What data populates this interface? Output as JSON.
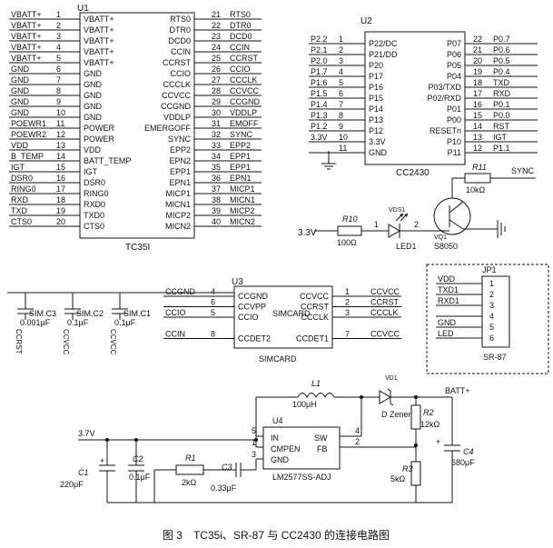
{
  "caption": "图 3　TC35i、SR-87 与 CC2430 的连接电路图",
  "tc35i": {
    "designator": "U1",
    "name": "TC35I",
    "left_pins": [
      {
        "num": "1",
        "net": "VBATT+",
        "pin": "VBATT+"
      },
      {
        "num": "2",
        "net": "VBATT+",
        "pin": "VBATT+"
      },
      {
        "num": "3",
        "net": "VBATT+",
        "pin": "VBATT+"
      },
      {
        "num": "4",
        "net": "VBATT+",
        "pin": "VBATT+"
      },
      {
        "num": "5",
        "net": "VBATT+",
        "pin": "VBATT+"
      },
      {
        "num": "6",
        "net": "GND",
        "pin": "GND"
      },
      {
        "num": "7",
        "net": "GND",
        "pin": "GND"
      },
      {
        "num": "8",
        "net": "GND",
        "pin": "GND"
      },
      {
        "num": "9",
        "net": "GND",
        "pin": "GND"
      },
      {
        "num": "10",
        "net": "GND",
        "pin": "GND"
      },
      {
        "num": "11",
        "net": "POEWR1",
        "pin": "POWER"
      },
      {
        "num": "12",
        "net": "POEWR2",
        "pin": "POWER"
      },
      {
        "num": "13",
        "net": "VDD",
        "pin": "VDD"
      },
      {
        "num": "14",
        "net": "B_TEMP",
        "pin": "BATT_TEMP"
      },
      {
        "num": "15",
        "net": "IGT",
        "pin": "IGT"
      },
      {
        "num": "16",
        "net": "DSR0",
        "pin": "DSR0"
      },
      {
        "num": "17",
        "net": "RING0",
        "pin": "RING0"
      },
      {
        "num": "18",
        "net": "RXD",
        "pin": "RXD0"
      },
      {
        "num": "19",
        "net": "TXD",
        "pin": "TXD0"
      },
      {
        "num": "20",
        "net": "CTS0",
        "pin": "CTS0"
      }
    ],
    "right_pins": [
      {
        "num": "21",
        "net": "RTS0",
        "pin": "RTS0"
      },
      {
        "num": "22",
        "net": "DTR0",
        "pin": "DTR0"
      },
      {
        "num": "23",
        "net": "DCD0",
        "pin": "DCD0"
      },
      {
        "num": "24",
        "net": "CCIN",
        "pin": "CCIN"
      },
      {
        "num": "25",
        "net": "CCRST",
        "pin": "CCRST"
      },
      {
        "num": "26",
        "net": "CCIO",
        "pin": "CCIO"
      },
      {
        "num": "27",
        "net": "CCCLK",
        "pin": "CCCLK"
      },
      {
        "num": "28",
        "net": "CCVCC",
        "pin": "CCVCC"
      },
      {
        "num": "29",
        "net": "CCGND",
        "pin": "CCGND"
      },
      {
        "num": "30",
        "net": "VDDLP",
        "pin": "VDDLP"
      },
      {
        "num": "31",
        "net": "EMOFF",
        "pin": "EMERGOFF"
      },
      {
        "num": "32",
        "net": "SYNC",
        "pin": "SYNC"
      },
      {
        "num": "33",
        "net": "EPP2",
        "pin": "EPP2"
      },
      {
        "num": "34",
        "net": "EPP1",
        "pin": "EPN2"
      },
      {
        "num": "35",
        "net": "EPP1",
        "pin": "EPP1"
      },
      {
        "num": "36",
        "net": "EPN1",
        "pin": "EPN1"
      },
      {
        "num": "37",
        "net": "MICP1",
        "pin": "MICP1"
      },
      {
        "num": "38",
        "net": "MICN1",
        "pin": "MICN1"
      },
      {
        "num": "39",
        "net": "MICP2",
        "pin": "MICP2"
      },
      {
        "num": "40",
        "net": "MICN2",
        "pin": "MICN2"
      }
    ]
  },
  "cc2430": {
    "designator": "U2",
    "name": "CC2430",
    "left_pins": [
      {
        "num": "1",
        "net": "P2.2",
        "pin": "P22/DC"
      },
      {
        "num": "2",
        "net": "P2.1",
        "pin": "P21/DD"
      },
      {
        "num": "3",
        "net": "P2.0",
        "pin": "P20"
      },
      {
        "num": "4",
        "net": "P1.7",
        "pin": "P17"
      },
      {
        "num": "5",
        "net": "P1.6",
        "pin": "P16"
      },
      {
        "num": "6",
        "net": "P1.5",
        "pin": "P15"
      },
      {
        "num": "7",
        "net": "P1.4",
        "pin": "P14"
      },
      {
        "num": "8",
        "net": "P1.3",
        "pin": "P13"
      },
      {
        "num": "9",
        "net": "P1.2",
        "pin": "P12"
      },
      {
        "num": "10",
        "net": "3.3V",
        "pin": "3.3V"
      },
      {
        "num": "11",
        "net": "",
        "pin": "GND"
      }
    ],
    "right_pins": [
      {
        "num": "22",
        "net": "P0.7",
        "pin": "P07"
      },
      {
        "num": "21",
        "net": "P0.6",
        "pin": "P06"
      },
      {
        "num": "20",
        "net": "P0.5",
        "pin": "P05"
      },
      {
        "num": "19",
        "net": "P0.4",
        "pin": "P04"
      },
      {
        "num": "18",
        "net": "TXD",
        "pin": "P03/TXD"
      },
      {
        "num": "17",
        "net": "RXD",
        "pin": "P02/RXD"
      },
      {
        "num": "16",
        "net": "P0.1",
        "pin": "P01"
      },
      {
        "num": "15",
        "net": "P0.0",
        "pin": "P00"
      },
      {
        "num": "14",
        "net": "RST",
        "pin": "RESETn"
      },
      {
        "num": "13",
        "net": "IGT",
        "pin": "P10"
      },
      {
        "num": "12",
        "net": "P1.1",
        "pin": "P11"
      }
    ]
  },
  "led_circuit": {
    "r11": "R11",
    "r11_value": "10kΩ",
    "sync": "SYNC",
    "vds1": "VDS1",
    "vq1": "VQ1",
    "supply": "3.3V",
    "r10": "R10",
    "r10_value": "100Ω",
    "pin1": "1",
    "pin2": "2",
    "led": "LED1",
    "transistor": "S8050"
  },
  "simcard": {
    "designator": "U3",
    "name": "SIMCARD",
    "center": "SIMCARD",
    "left_pins": [
      {
        "num": "4",
        "net": "CCGND",
        "pin": "CCGND"
      },
      {
        "num": "6",
        "net": "",
        "pin": "CCVPP"
      },
      {
        "num": "5",
        "net": "CCIO",
        "pin": "CCIO"
      },
      {
        "num": "8",
        "net": "CCIN",
        "pin": "CCDET2"
      }
    ],
    "right_pins": [
      {
        "num": "1",
        "net": "CCVCC",
        "pin": "CCVCC"
      },
      {
        "num": "2",
        "net": "CCRST",
        "pin": "CCRST"
      },
      {
        "num": "3",
        "net": "CCCLK",
        "pin": "CCCLK"
      },
      {
        "num": "7",
        "net": "CCVCC",
        "pin": "CCDET1"
      }
    ],
    "caps": [
      {
        "name": "SIM.C3",
        "value": "0.001μF",
        "net": "CCRST"
      },
      {
        "name": "SIM.C2",
        "value": "0.1μF",
        "net": "CCVCC"
      },
      {
        "name": "SIM.C1",
        "value": "0.1μF",
        "net": "CCVCC"
      }
    ]
  },
  "jp1": {
    "designator": "JP1",
    "name": "SR-87",
    "pins": [
      {
        "num": "1",
        "net": "VDD"
      },
      {
        "num": "2",
        "net": "TXD1"
      },
      {
        "num": "3",
        "net": "RXD1"
      },
      {
        "num": "4",
        "net": ""
      },
      {
        "num": "5",
        "net": "GND"
      },
      {
        "num": "6",
        "net": "LED"
      }
    ]
  },
  "power": {
    "input": "3.7V",
    "output": "BATT+",
    "l1": "L1",
    "l1_value": "100μH",
    "vd1": "VD1",
    "vd1_name": "D Zener",
    "u4": "U4",
    "u4_name": "LM2577SS-ADJ",
    "pin_in": "IN",
    "pin_sw": "SW",
    "pin_cmpen": "CMPEN",
    "pin_fb": "FB",
    "pin_gnd": "GND",
    "pin5": "5",
    "pin4": "4",
    "pin1": "1",
    "pin2": "2",
    "pin3": "3",
    "c1": "C1",
    "c1_value": "220μF",
    "c2": "C2",
    "c2_value": "0.1μF",
    "r1": "R1",
    "r1_value": "2kΩ",
    "c3": "C3",
    "c3_value": "0.33μF",
    "r2": "R2",
    "r2_value": "12kΩ",
    "r3": "R3",
    "r3_value": "5kΩ",
    "c4": "C4",
    "c4_value": "680μF"
  }
}
